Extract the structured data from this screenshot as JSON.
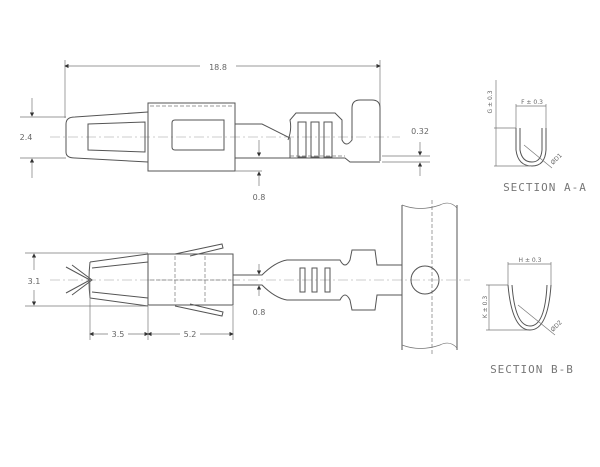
{
  "top_view": {
    "overall_length": "18.8",
    "height": "2.4",
    "thickness": "0.32",
    "offset": "0.8"
  },
  "bottom_view": {
    "width": "3.1",
    "neck": "0.8",
    "spring_length": "3.5",
    "body_length": "5.2"
  },
  "section_a": {
    "title": "SECTION A-A",
    "height_dim": "G ± 0.3",
    "width_dim": "F ± 0.3",
    "diameter": "ØD1"
  },
  "section_b": {
    "title": "SECTION B-B",
    "height_dim": "K ± 0.3",
    "width_dim": "H ± 0.3",
    "diameter": "ØD2"
  }
}
